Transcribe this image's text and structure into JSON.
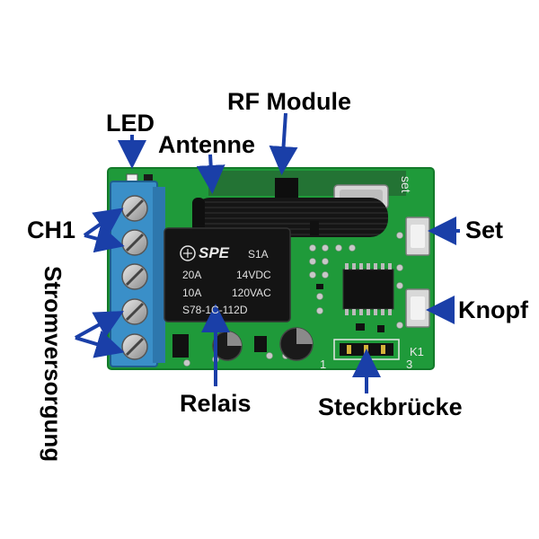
{
  "labels": {
    "led": "LED",
    "rf_module": "RF Module",
    "antenne": "Antenne",
    "ch1": "CH1",
    "set": "Set",
    "knopf": "Knopf",
    "stromversorgung": "Stromversorgung",
    "relais": "Relais",
    "steckbruecke": "Steckbrücke"
  },
  "relay_print": {
    "brand": "SPE",
    "model_code": "S1A",
    "current_dc": "20A",
    "voltage_dc": "14VDC",
    "current_ac": "10A",
    "voltage_ac": "120VAC",
    "part_number": "S78-1C-112D"
  },
  "pcb_print": {
    "set_text": "set",
    "k1": "K1",
    "jumper_pin_1": "1",
    "jumper_pin_3": "3"
  },
  "colors": {
    "pcb_green": "#1f9a3a",
    "terminal_blue": "#3a8fc8",
    "arrow_blue": "#1a3fa8",
    "relay_black": "#141414"
  }
}
